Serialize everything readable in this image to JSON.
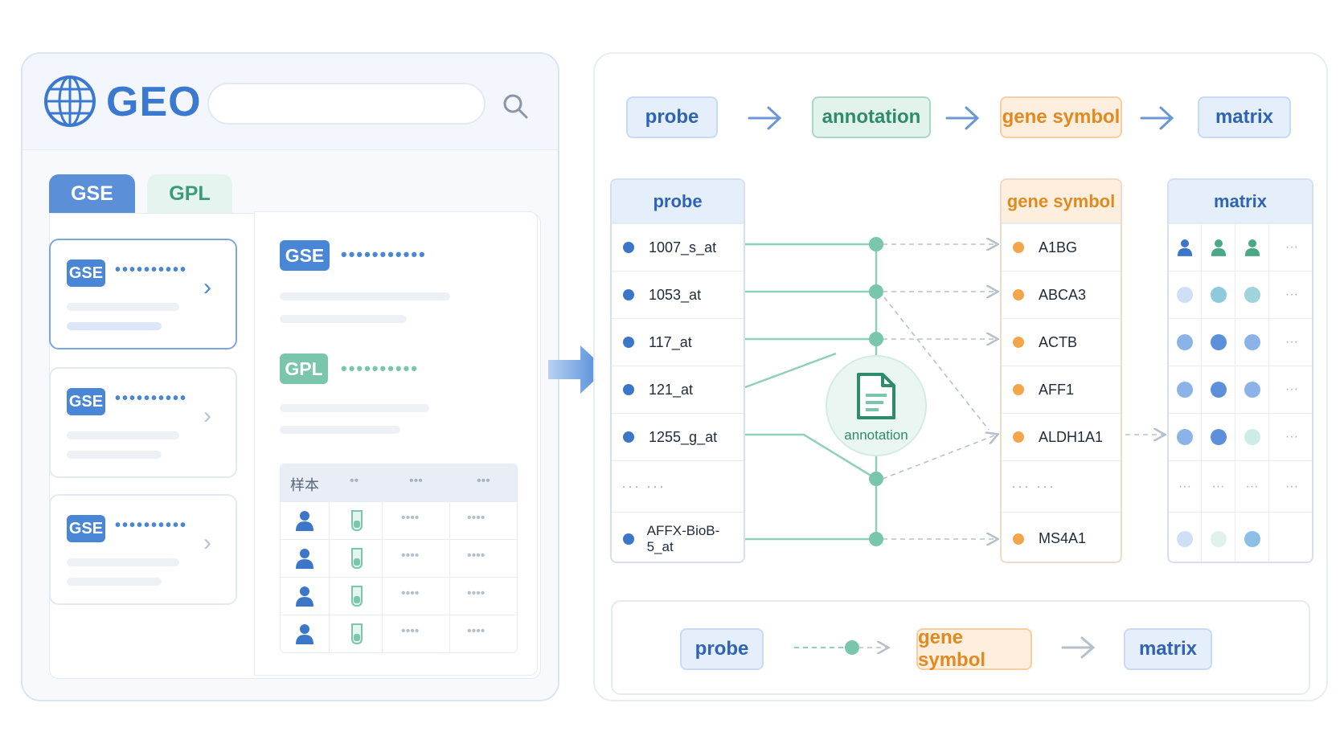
{
  "left": {
    "logo": "GEO",
    "search": {
      "placeholder": ""
    },
    "tabs": [
      {
        "label": "GSE"
      },
      {
        "label": "GPL"
      }
    ],
    "cards": [
      {
        "badge": "GSE",
        "dots": "••••••••••",
        "chevron": "›",
        "active": true
      },
      {
        "badge": "GSE",
        "dots": "••••••••••",
        "chevron": "›",
        "active": false
      },
      {
        "badge": "GSE",
        "dots": "••••••••••",
        "chevron": "›",
        "active": false
      }
    ],
    "detail": {
      "gse_badge": "GSE",
      "gse_dots": "•••••••••••",
      "gpl_badge": "GPL",
      "gpl_dots": "••••••••••",
      "table": {
        "header": [
          "样本",
          "••",
          "•••",
          "•••"
        ],
        "cell_dots": "••••"
      }
    }
  },
  "pipeline_top": [
    {
      "label": "probe",
      "kind": "probe"
    },
    {
      "label": "annotation",
      "kind": "annot"
    },
    {
      "label": "gene symbol",
      "kind": "gene"
    },
    {
      "label": "matrix",
      "kind": "matrix"
    }
  ],
  "probe_column": {
    "header": "probe",
    "rows": [
      "1007_s_at",
      "1053_at",
      "117_at",
      "121_at",
      "1255_g_at",
      "··· ···",
      "AFFX-BioB-5_at"
    ]
  },
  "annotation_label": "annotation",
  "gene_column": {
    "header": "gene symbol",
    "rows": [
      "A1BG",
      "ABCA3",
      "ACTB",
      "AFF1",
      "ALDH1A1",
      "··· ···",
      "MS4A1"
    ]
  },
  "matrix_column": {
    "header": "matrix",
    "ellipsis": "···"
  },
  "pipeline_bottom": [
    {
      "label": "probe",
      "kind": "probe"
    },
    {
      "label": "gene symbol",
      "kind": "gene"
    },
    {
      "label": "matrix",
      "kind": "matrix"
    }
  ],
  "colors": {
    "blue": "#3b78d0",
    "teal": "#7ac6ad",
    "orange": "#f2a54a"
  }
}
